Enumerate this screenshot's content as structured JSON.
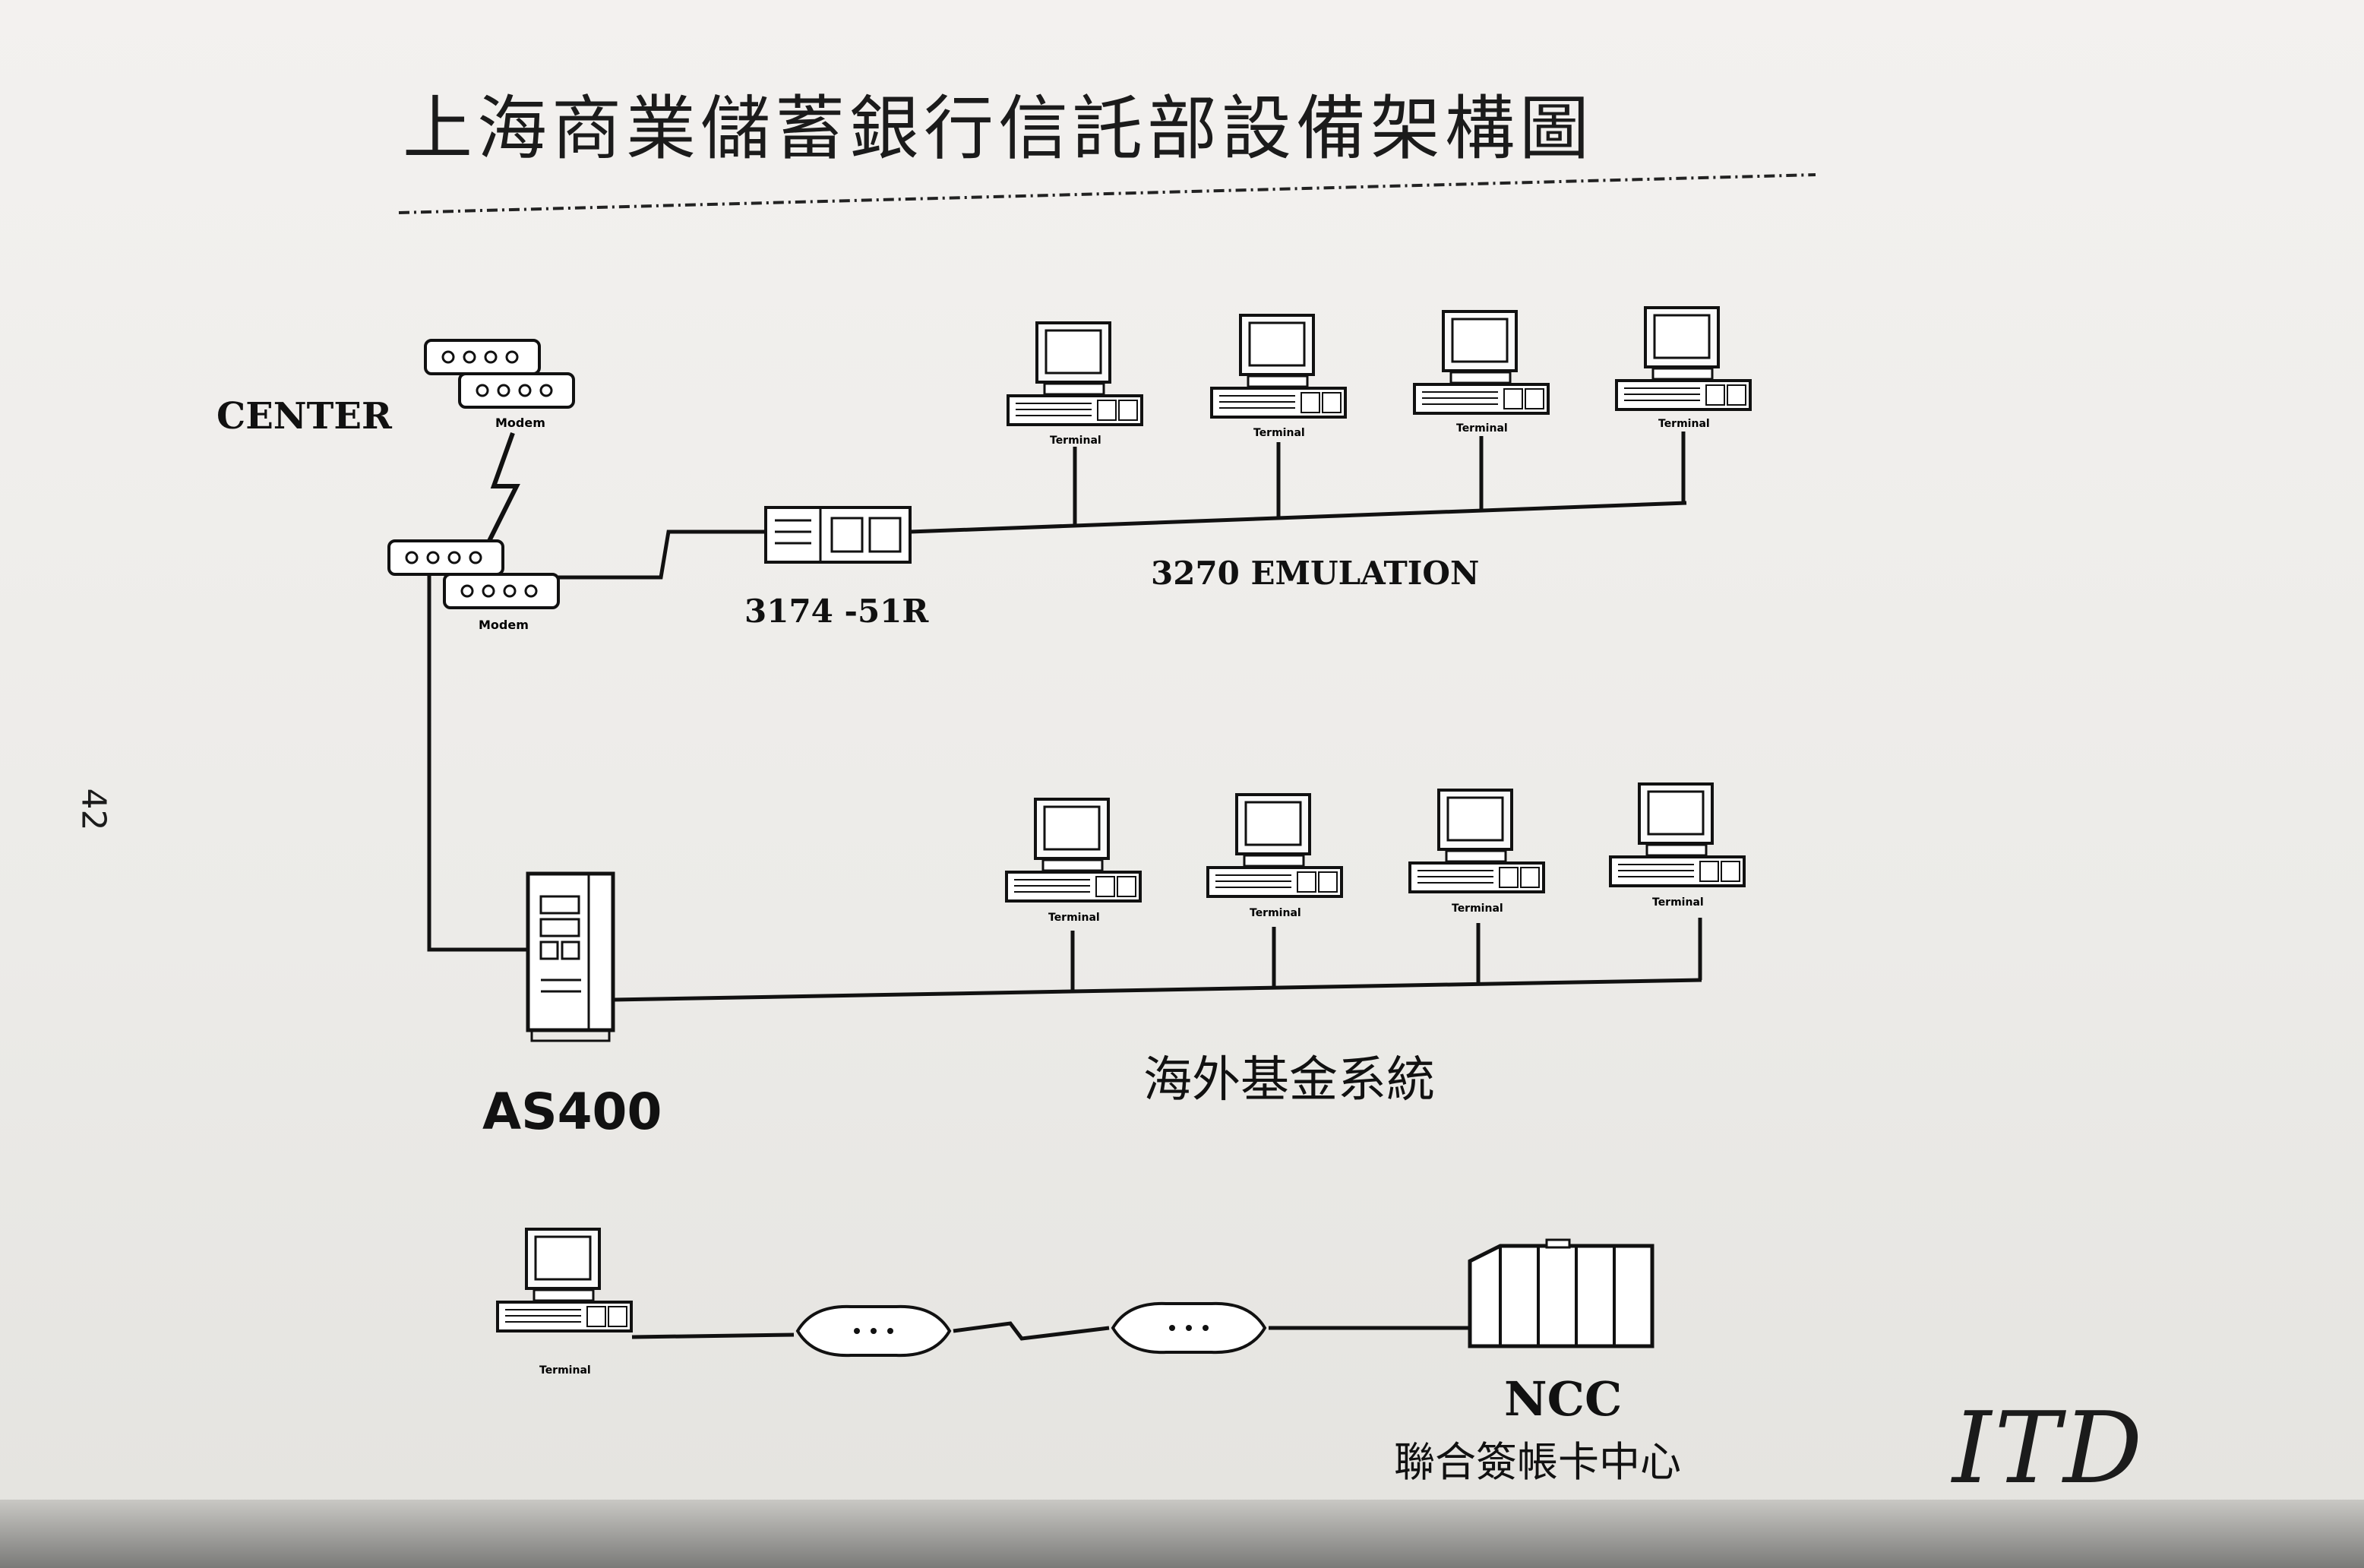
{
  "title": "上海商業儲蓄銀行信託部設備架構圖",
  "page_number": "42",
  "logo_text": "ITD",
  "labels": {
    "center": "CENTER",
    "control_unit": "3174 -51R",
    "emulation": "3270 EMULATION",
    "as400": "AS400",
    "fund_system": "海外基金系統",
    "ncc": "NCC",
    "ncc_chinese": "聯合簽帳卡中心"
  },
  "device_labels": {
    "terminal": "Terminal",
    "modem": "Modem"
  }
}
